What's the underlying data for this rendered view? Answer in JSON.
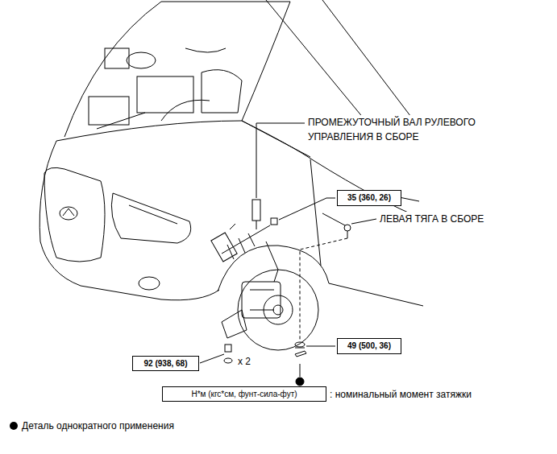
{
  "diagram": {
    "nodes": [
      {
        "text": [
          "35 (360, 26)"
        ]
      },
      {
        "text": [
          "49 (500, 36)"
        ]
      },
      {
        "text": [
          "92 (938, 68)"
        ]
      },
      {
        "text": [
          "Н*м (кгс*см, фунт-сила-фут)"
        ]
      }
    ],
    "labels": [
      "ПРОМЕЖУТОЧНЫЙ ВАЛ РУЛЕВОГО УПРАВЛЕНИЯ В СБОРЕ",
      "ЛЕВАЯ ТЯГА В СБОРЕ",
      "x 2"
    ],
    "legend": [
      {
        "text": ": номинальный момент затяжки"
      },
      {
        "text": "Деталь однократного применения"
      }
    ]
  }
}
